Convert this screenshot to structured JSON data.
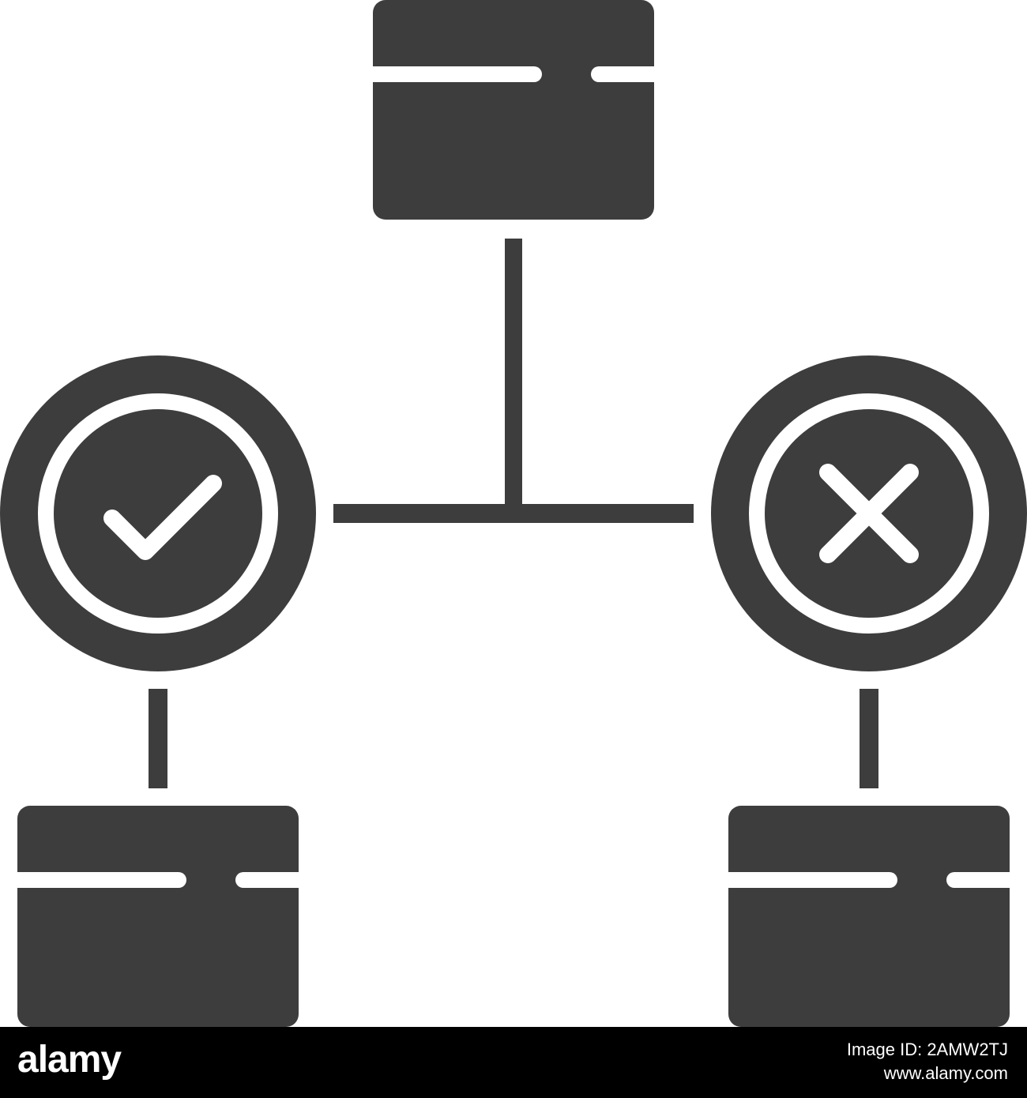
{
  "colors": {
    "icon_fill": "#3d3d3d",
    "background": "#ffffff",
    "watermark_bar": "#000000",
    "watermark_text": "#ffffff"
  },
  "diagram": {
    "nodes": [
      {
        "id": "top-box",
        "shape": "card",
        "icon": "card-icon"
      },
      {
        "id": "approved-decision",
        "shape": "circle",
        "icon": "checkmark-icon"
      },
      {
        "id": "rejected-decision",
        "shape": "circle",
        "icon": "cross-icon"
      },
      {
        "id": "bottom-left-box",
        "shape": "card",
        "icon": "card-icon"
      },
      {
        "id": "bottom-right-box",
        "shape": "card",
        "icon": "card-icon"
      }
    ],
    "edges": [
      {
        "from": "top-box",
        "to": "approved-decision"
      },
      {
        "from": "top-box",
        "to": "rejected-decision"
      },
      {
        "from": "approved-decision",
        "to": "bottom-left-box"
      },
      {
        "from": "rejected-decision",
        "to": "bottom-right-box"
      }
    ]
  },
  "watermark": {
    "logo": "alamy",
    "image_id": "Image ID: 2AMW2TJ",
    "site": "www.alamy.com"
  }
}
